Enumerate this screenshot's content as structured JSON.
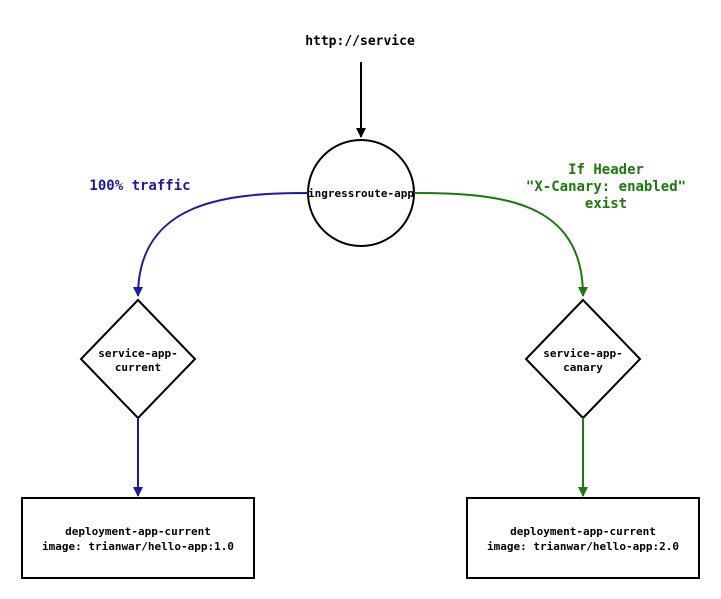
{
  "entry": {
    "label": "http://service"
  },
  "router": {
    "label": "ingressroute-app"
  },
  "left_branch": {
    "edge_label": "100% traffic",
    "service": {
      "line1": "service-app-",
      "line2": "current"
    },
    "deployment": {
      "line1": "deployment-app-current",
      "line2": "image: trianwar/hello-app:1.0"
    }
  },
  "right_branch": {
    "edge_label": {
      "line1": "If Header",
      "line2": "\"X-Canary: enabled\"",
      "line3": "exist"
    },
    "service": {
      "line1": "service-app-",
      "line2": "canary"
    },
    "deployment": {
      "line1": "deployment-app-current",
      "line2": "image: trianwar/hello-app:2.0"
    }
  },
  "colors": {
    "left_branch": "#1a1aaa",
    "right_branch": "#1a7a0a",
    "default": "#000000"
  }
}
